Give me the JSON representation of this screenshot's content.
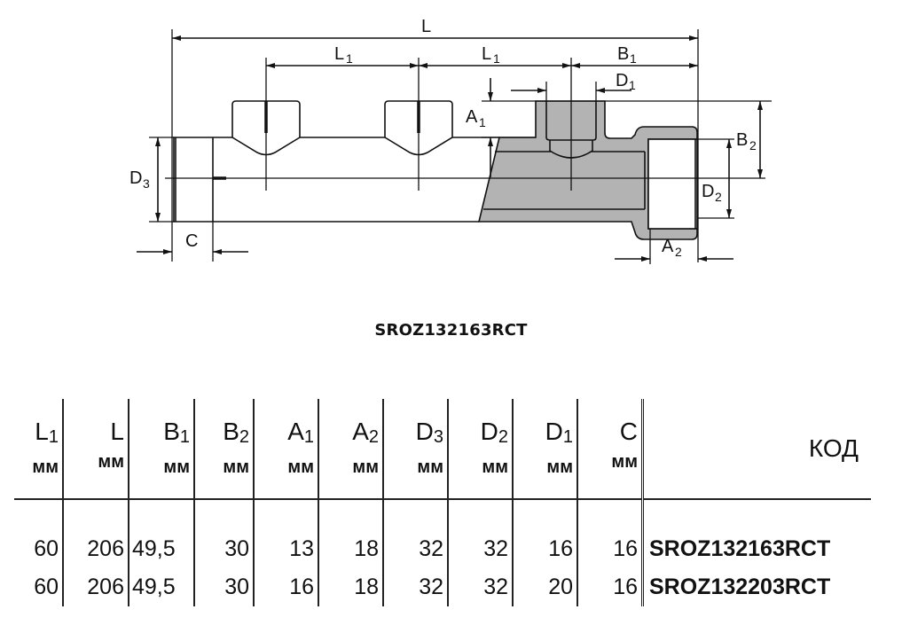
{
  "drawing": {
    "labels": {
      "L": "L",
      "L1": "L",
      "L1_sub": "1",
      "B1": "B",
      "B1_sub": "1",
      "D1": "D",
      "D1_sub": "1",
      "A1": "A",
      "A1_sub": "1",
      "B2": "B",
      "B2_sub": "2",
      "D2": "D",
      "D2_sub": "2",
      "D3": "D",
      "D3_sub": "3",
      "A2": "A",
      "A2_sub": "2",
      "C": "C"
    },
    "colors": {
      "line": "#111111",
      "fill": "#b3b3b3"
    }
  },
  "model_title": "SROZ132163RCT",
  "table": {
    "columns": [
      {
        "symbol": "L",
        "sub": "1",
        "unit": "мм"
      },
      {
        "symbol": "L",
        "sub": "",
        "unit": "мм"
      },
      {
        "symbol": "B",
        "sub": "1",
        "unit": "мм"
      },
      {
        "symbol": "B",
        "sub": "2",
        "unit": "мм"
      },
      {
        "symbol": "A",
        "sub": "1",
        "unit": "мм"
      },
      {
        "symbol": "A",
        "sub": "2",
        "unit": "мм"
      },
      {
        "symbol": "D",
        "sub": "3",
        "unit": "мм"
      },
      {
        "symbol": "D",
        "sub": "2",
        "unit": "мм"
      },
      {
        "symbol": "D",
        "sub": "1",
        "unit": "мм"
      },
      {
        "symbol": "C",
        "sub": "",
        "unit": "мм"
      }
    ],
    "code_header": "КОД",
    "rows": [
      {
        "values": [
          "60",
          "206",
          "49,5",
          "30",
          "13",
          "18",
          "32",
          "32",
          "16",
          "16"
        ],
        "code": "SROZ132163RCT"
      },
      {
        "values": [
          "60",
          "206",
          "49,5",
          "30",
          "16",
          "18",
          "32",
          "32",
          "20",
          "16"
        ],
        "code": "SROZ132203RCT"
      }
    ]
  }
}
